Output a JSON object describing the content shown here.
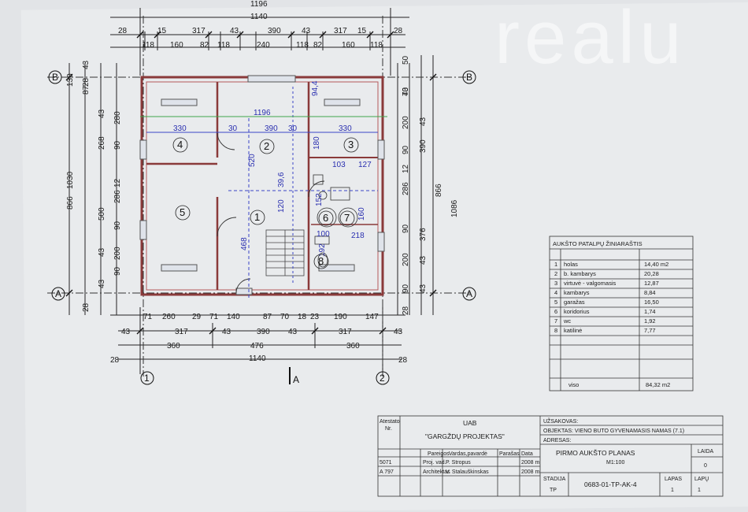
{
  "watermark": "realu",
  "axes": {
    "B": "B",
    "A": "A",
    "one": "1",
    "two": "2",
    "section": "A"
  },
  "rooms": [
    "1",
    "2",
    "3",
    "4",
    "5",
    "6",
    "7",
    "8"
  ],
  "dimensions": {
    "top": [
      "1196",
      "1140",
      "28",
      "15",
      "317",
      "43",
      "390",
      "43",
      "317",
      "15",
      "28",
      "118",
      "160",
      "82",
      "118",
      "240",
      "118",
      "82",
      "160",
      "118"
    ],
    "interior": [
      "330",
      "30",
      "390",
      "30",
      "330",
      "1196",
      "520",
      "468",
      "180",
      "103",
      "127",
      "39,6",
      "120",
      "152",
      "100",
      "192",
      "218",
      "160",
      "94,4"
    ],
    "left": [
      "866",
      "1030",
      "28",
      "43",
      "130",
      "87",
      "43",
      "280",
      "268",
      "90",
      "12",
      "286",
      "500",
      "90",
      "43",
      "200",
      "90",
      "43",
      "28"
    ],
    "right": [
      "1086",
      "866",
      "50",
      "43",
      "70",
      "200",
      "43",
      "12",
      "390",
      "90",
      "286",
      "376",
      "90",
      "200",
      "43",
      "90",
      "43",
      "28"
    ],
    "bottom": [
      "71",
      "260",
      "29",
      "71",
      "140",
      "87",
      "70",
      "18",
      "23",
      "190",
      "147",
      "43",
      "317",
      "43",
      "390",
      "43",
      "317",
      "43",
      "360",
      "476",
      "360",
      "1140",
      "28",
      "28"
    ]
  },
  "schedule": {
    "title": "AUKŠTO PATALPŲ ŽINIARAŠTIS",
    "rows": [
      {
        "nr": "1",
        "name": "holas",
        "area": "14,40 m2"
      },
      {
        "nr": "2",
        "name": "b. kambarys",
        "area": "20,28"
      },
      {
        "nr": "3",
        "name": "virtuvė - valgomasis",
        "area": "12,87"
      },
      {
        "nr": "4",
        "name": "kambarys",
        "area": "8,84"
      },
      {
        "nr": "5",
        "name": "garažas",
        "area": "16,50"
      },
      {
        "nr": "6",
        "name": "koridorius",
        "area": "1,74"
      },
      {
        "nr": "7",
        "name": "wc",
        "area": "1,92"
      },
      {
        "nr": "8",
        "name": "katilinė",
        "area": "7,77"
      }
    ],
    "total_label": "viso",
    "total_value": "84,32 m2"
  },
  "title_block": {
    "atestato": "Atestato",
    "nr": "Nr.",
    "company_line1": "UAB",
    "company_line2": "\"GARGŽDŲ PROJEKTAS\"",
    "cols": [
      "Pareigos",
      "Vardas,pavardė",
      "Parašas",
      "Data"
    ],
    "rows": [
      {
        "nr": "5071",
        "role": "Proj. vad.",
        "name": "P. Stropus",
        "date": "2008 m"
      },
      {
        "nr": "A 797",
        "role": "Architektas",
        "name": "V. Stalauškinskas",
        "date": "2008 m"
      }
    ],
    "uzsakovas": "UŽSAKOVAS:",
    "objektas": "OBJEKTAS: VIENO BUTO GYVENAMASIS NAMAS (7.1)",
    "adresas": "ADRESAS: ",
    "sheet_title": "PIRMO AUKŠTO PLANAS",
    "scale": "M1:100",
    "laida_label": "LAIDA",
    "laida_value": "0",
    "stadija_label": "STADIJA",
    "stadija_value": "TP",
    "drawing_code": "0683-01-TP-AK-4",
    "lapas_label": "LAPAS",
    "lapas_value": "1",
    "lapu_label": "LAPŲ",
    "lapu_value": "1"
  }
}
